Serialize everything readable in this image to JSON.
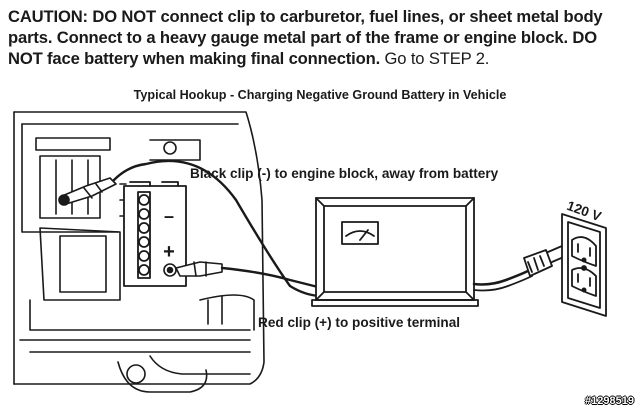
{
  "caution": {
    "bold_text": "CAUTION: DO NOT connect clip to carburetor, fuel lines, or sheet metal body parts. Connect to a heavy gauge metal part of the frame or engine block. DO NOT face battery when making final connection.",
    "step_text": " Go to STEP 2."
  },
  "diagram": {
    "title": "Typical Hookup - Charging Negative Ground Battery in Vehicle",
    "black_clip_label": "Black clip (-) to engine block, away from battery",
    "red_clip_label": "Red clip (+) to positive terminal",
    "outlet_voltage": "120 V",
    "battery_negative_symbol": "–",
    "battery_positive_symbol": "+",
    "icons": [
      "engine-block",
      "battery",
      "black-clip",
      "red-clip",
      "charger",
      "meter",
      "power-plug",
      "wall-outlet"
    ]
  },
  "catalog_number": "#1298519"
}
